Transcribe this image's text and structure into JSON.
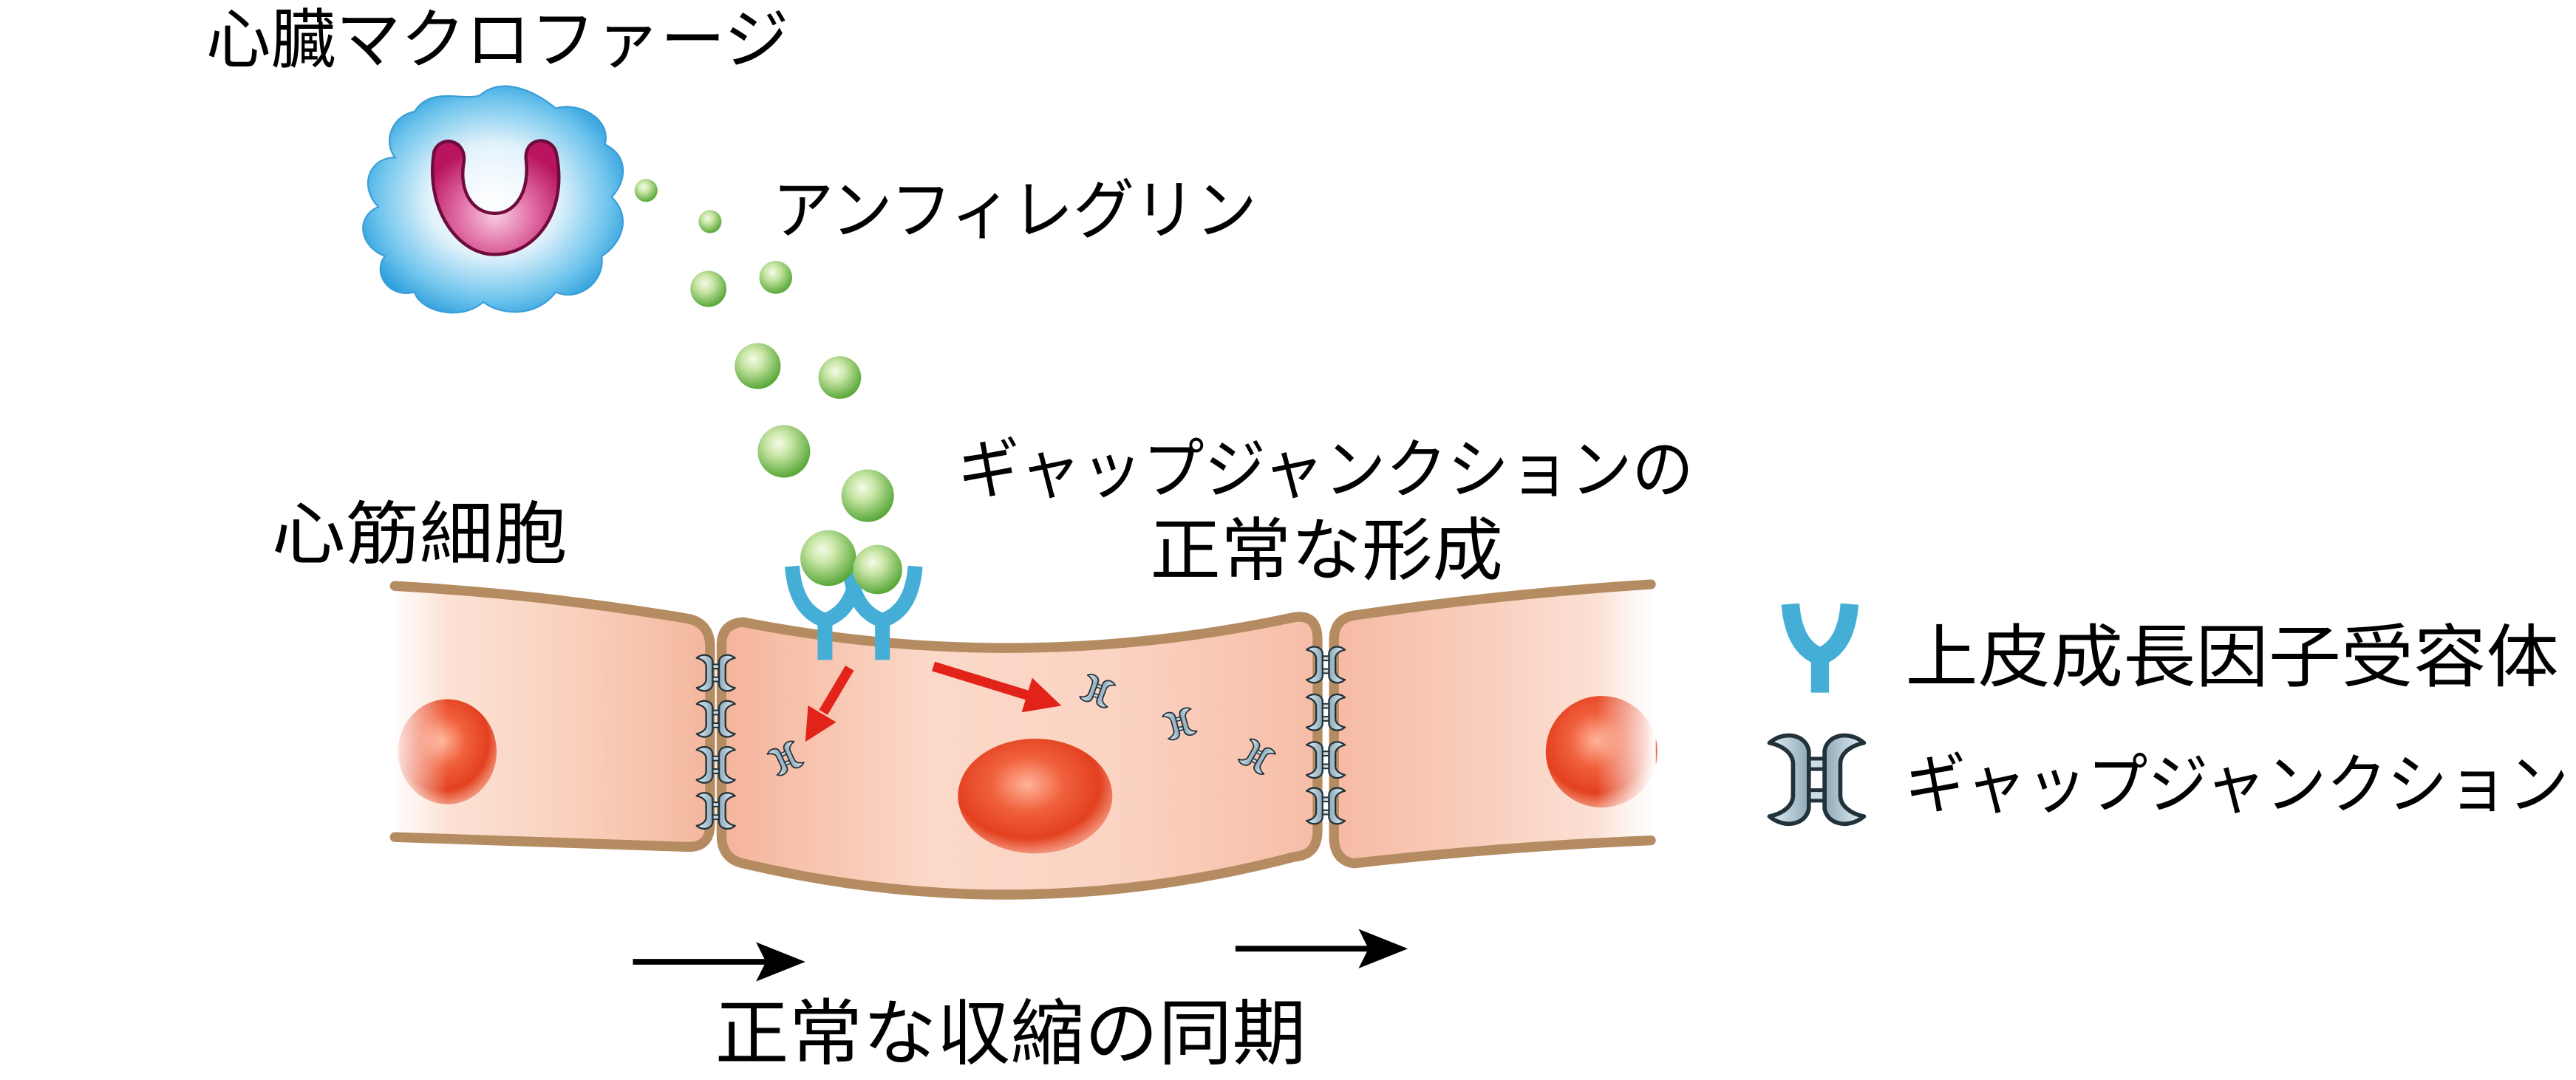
{
  "labels": {
    "macrophage": "心臓マクロファージ",
    "amphiregulin": "アンフィレグリン",
    "gj_formation_line1": "ギャップジャンクションの",
    "gj_formation_line2": "正常な形成",
    "cardiomyocyte": "心筋細胞",
    "contraction_sync": "正常な収縮の同期"
  },
  "legend": [
    {
      "icon": "egf-receptor-icon",
      "label": "上皮成長因子受容体"
    },
    {
      "icon": "gap-junction-icon",
      "label": "ギャップジャンクション"
    }
  ],
  "colors": {
    "text": "#000000",
    "egf_receptor": "#45aed6",
    "signal_arrow": "#e2231a",
    "cell_membrane": "#b58c62",
    "contraction_arrow": "#000000"
  }
}
